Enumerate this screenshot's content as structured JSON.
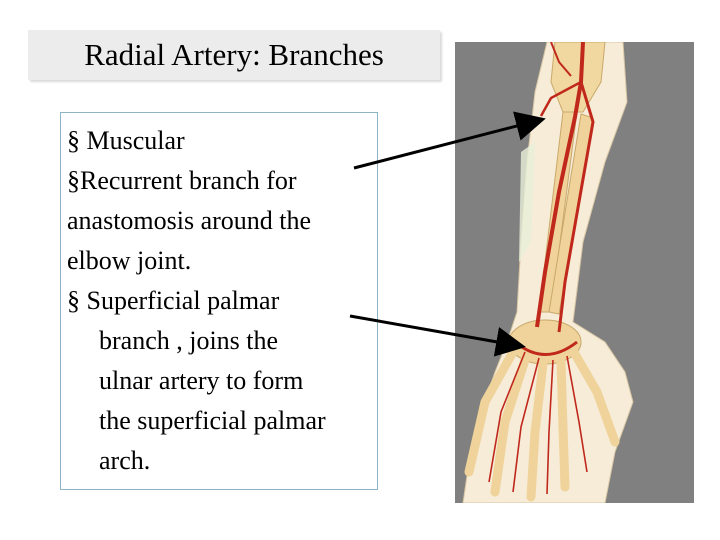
{
  "slide": {
    "title": "Radial Artery: Branches",
    "lines": [
      "§ Muscular",
      "§Recurrent branch for",
      "anastomosis around the",
      "elbow joint.",
      "§ Superficial palmar",
      "branch , joins the",
      "ulnar artery to form",
      "the superficial palmar",
      "arch."
    ]
  },
  "colors": {
    "panel_bg": "#808080",
    "bone": "#f1d8a0",
    "artery": "#c0281c",
    "title_bg": "#ececec"
  }
}
